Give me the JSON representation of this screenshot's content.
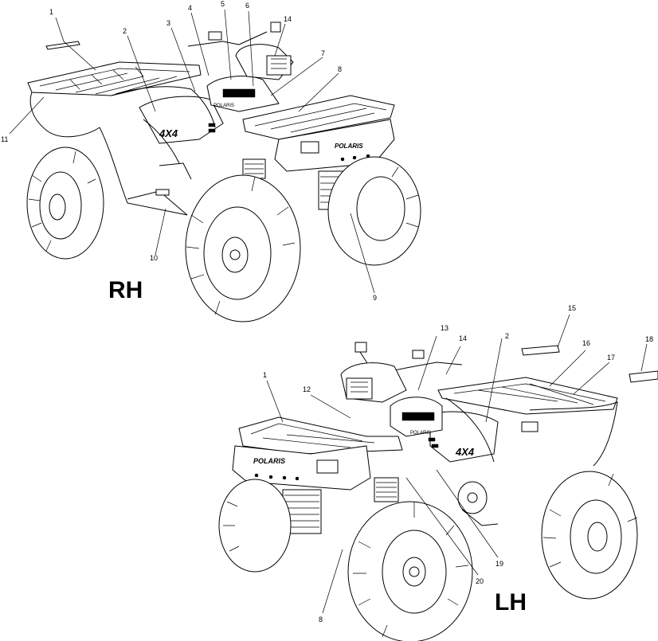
{
  "views": {
    "rh": {
      "label": "RH"
    },
    "lh": {
      "label": "LH"
    }
  },
  "callouts_rh": [
    "1",
    "2",
    "3",
    "4",
    "5",
    "6",
    "14",
    "7",
    "8",
    "11",
    "10",
    "9"
  ],
  "callouts_lh": [
    "13",
    "14",
    "2",
    "15",
    "16",
    "17",
    "18",
    "1",
    "12",
    "19",
    "20",
    "8"
  ],
  "decal_text": {
    "brand": "POLARIS",
    "drive": "4X4"
  },
  "colors": {
    "ink": "#000000",
    "paper": "#ffffff"
  }
}
